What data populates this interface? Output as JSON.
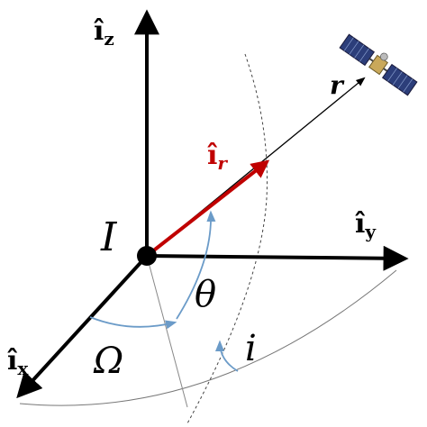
{
  "labels": {
    "iz": "î",
    "iz_sub": "z",
    "iy": "î",
    "iy_sub": "y",
    "ix": "î",
    "ix_sub": "x",
    "ir": "î",
    "ir_sub": "r",
    "r": "r",
    "origin": "I",
    "theta": "θ",
    "omega": "Ω",
    "incl": "i"
  },
  "colors": {
    "axis": "#000000",
    "radial": "#c00000",
    "angle_arc": "#6b9bc8",
    "guide": "#555555"
  },
  "icons": {
    "satellite": "satellite-icon"
  }
}
